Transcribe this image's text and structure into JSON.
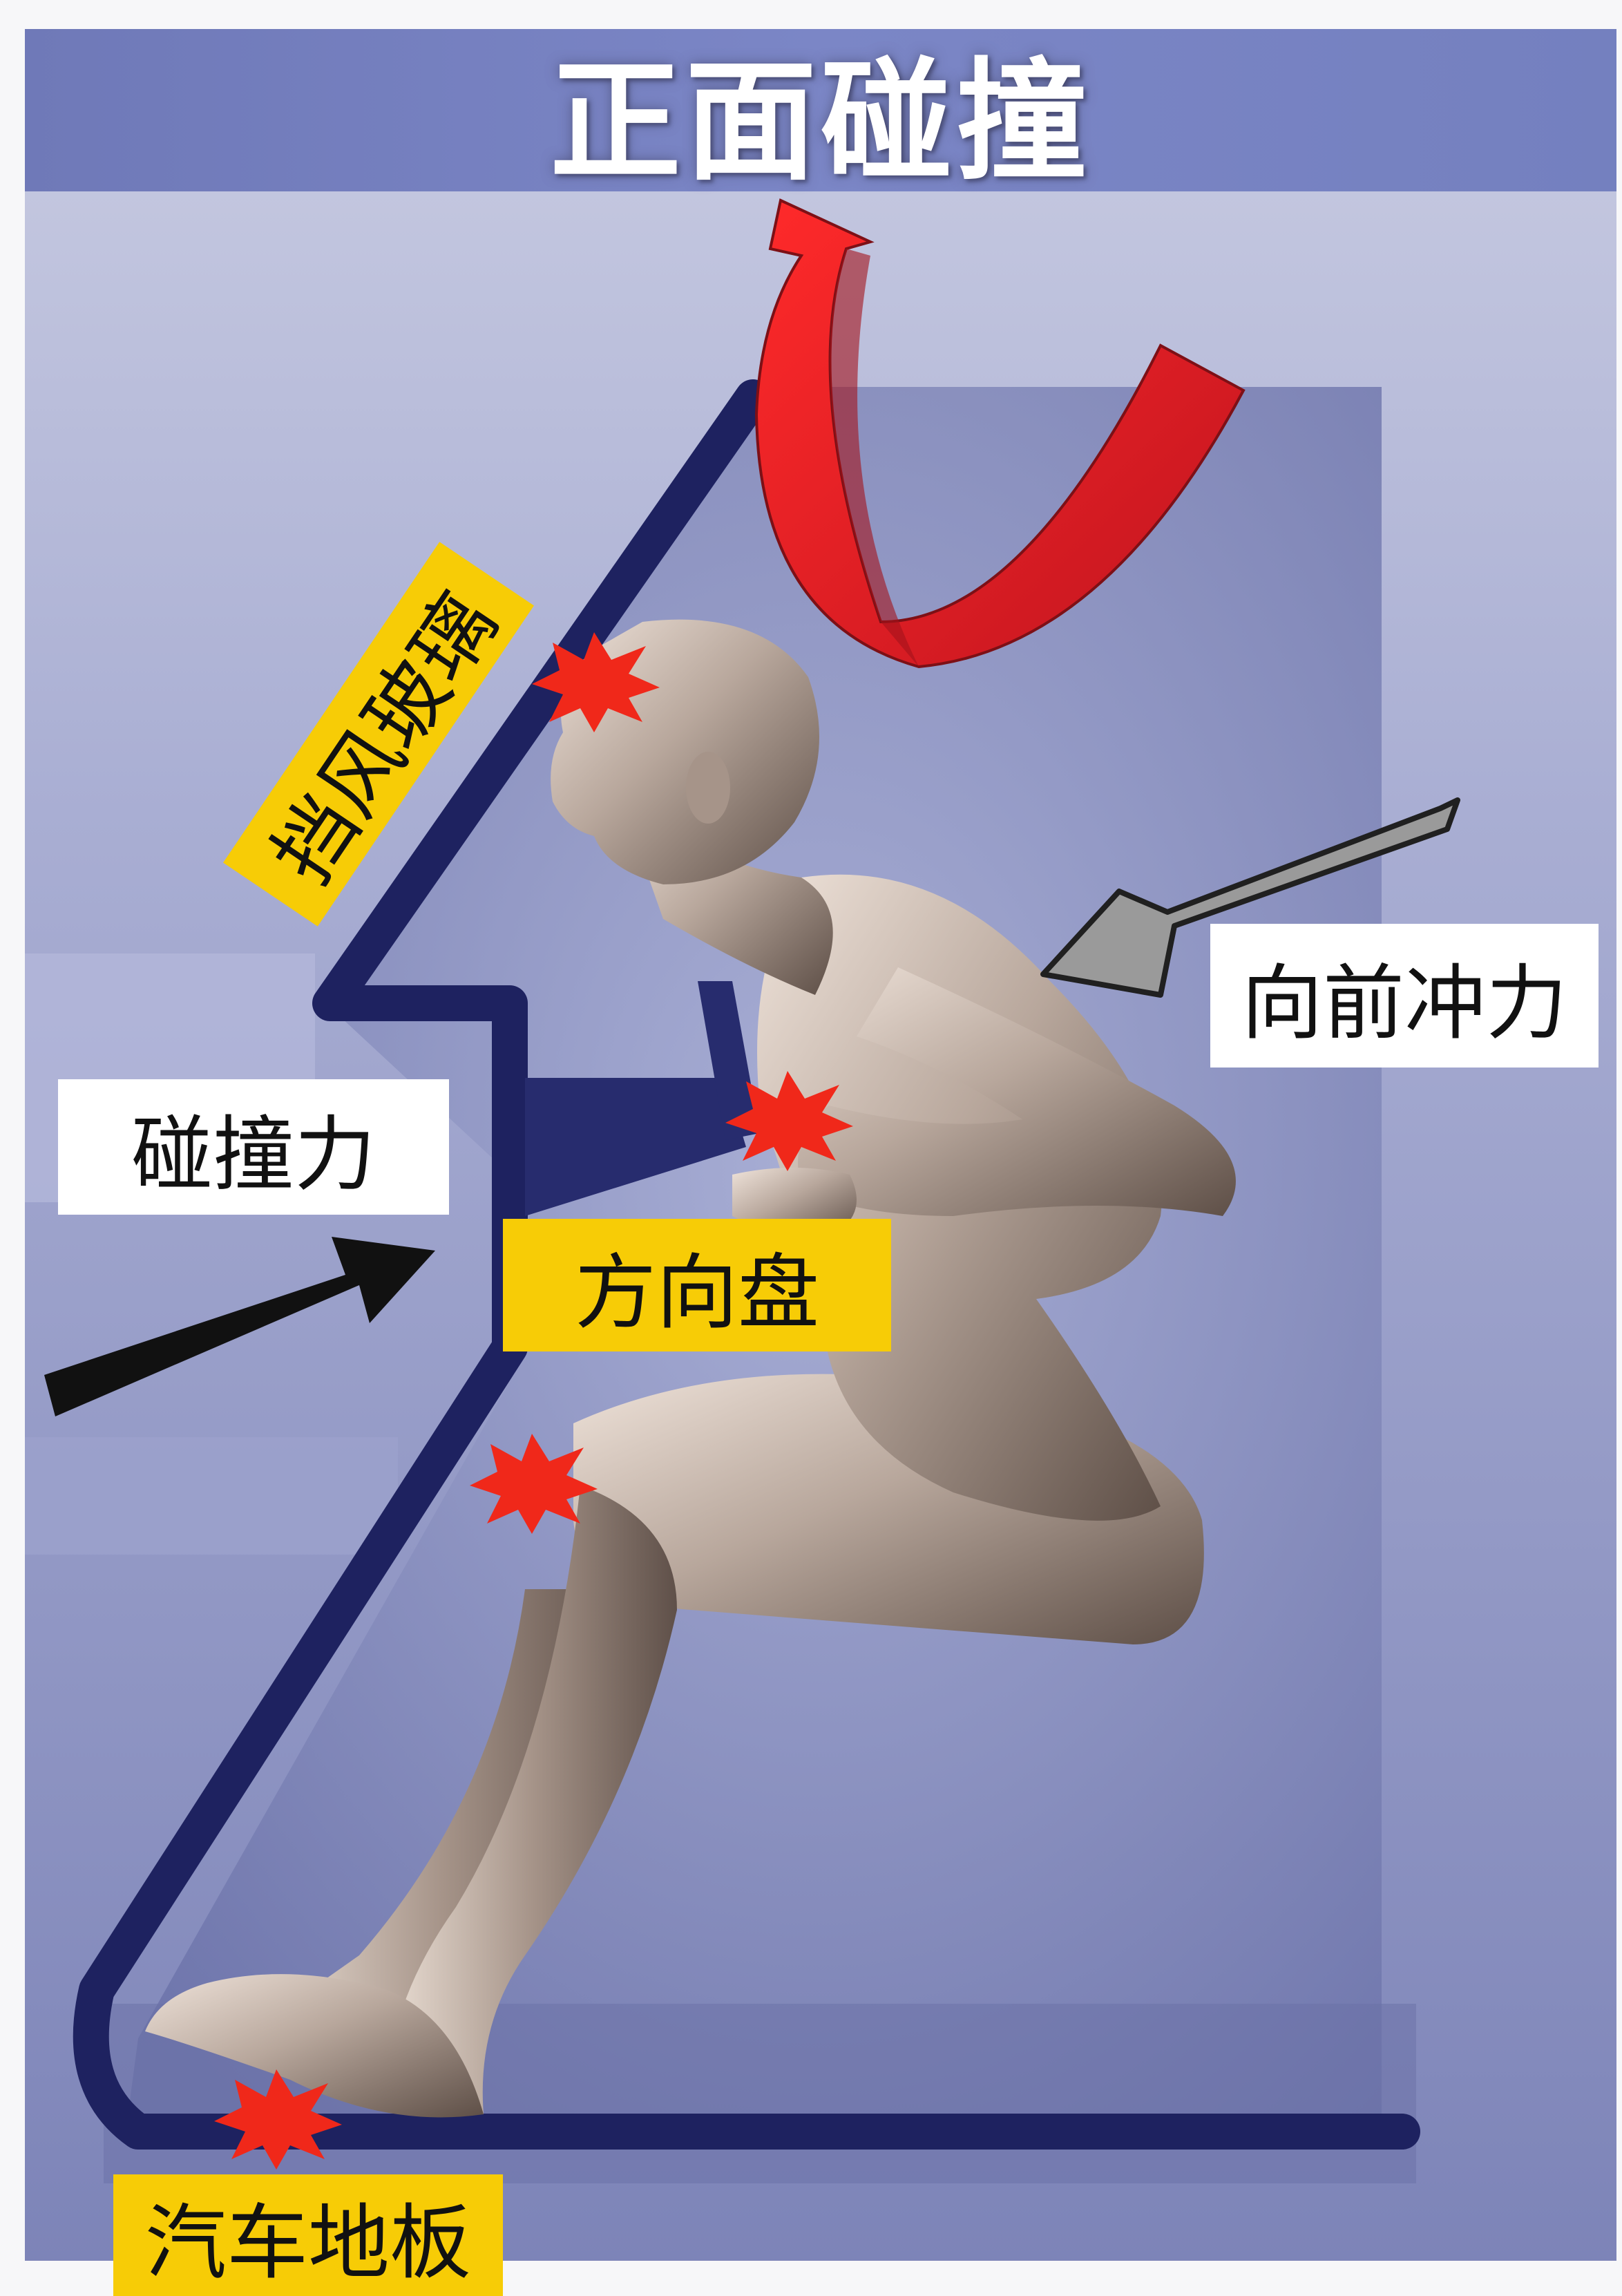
{
  "title": "正面碰撞",
  "labels": {
    "windshield": "挡风玻璃",
    "forward_force": "向前冲力",
    "impact_force": "碰撞力",
    "steering_wheel": "方向盘",
    "car_floor": "汽车地板"
  },
  "colors": {
    "title_bar": "#7b86c6",
    "background": "#8c92c2",
    "car_outline": "#1e2260",
    "label_yellow": "#f7cc06",
    "label_white": "#ffffff",
    "motion_arrow": "#d81c2a",
    "forward_arrow": "#9a9a9a",
    "impact_arrow": "#111111",
    "impact_burst": "#f0281a",
    "body": "#9a8a80"
  }
}
